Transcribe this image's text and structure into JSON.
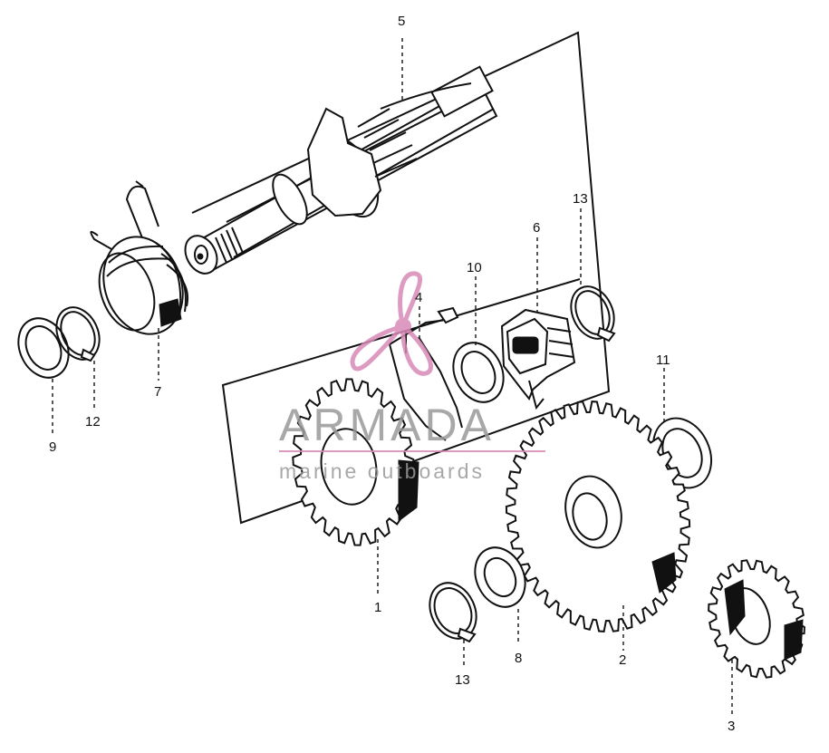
{
  "diagram": {
    "callouts": [
      {
        "id": "c1",
        "text": "1"
      },
      {
        "id": "c2",
        "text": "2"
      },
      {
        "id": "c3",
        "text": "3"
      },
      {
        "id": "c4",
        "text": "4"
      },
      {
        "id": "c5",
        "text": "5"
      },
      {
        "id": "c6",
        "text": "6"
      },
      {
        "id": "c7",
        "text": "7"
      },
      {
        "id": "c8",
        "text": "8"
      },
      {
        "id": "c9",
        "text": "9"
      },
      {
        "id": "c10",
        "text": "10"
      },
      {
        "id": "c11",
        "text": "11"
      },
      {
        "id": "c12",
        "text": "12"
      },
      {
        "id": "c13a",
        "text": "13"
      },
      {
        "id": "c13b",
        "text": "13"
      }
    ]
  },
  "watermark": {
    "brand": "ARMADA",
    "tagline": "marine outboards",
    "brand_color": "#d98ab8",
    "text_color": "#9a9a9a",
    "logo_icon": "propeller-icon"
  }
}
